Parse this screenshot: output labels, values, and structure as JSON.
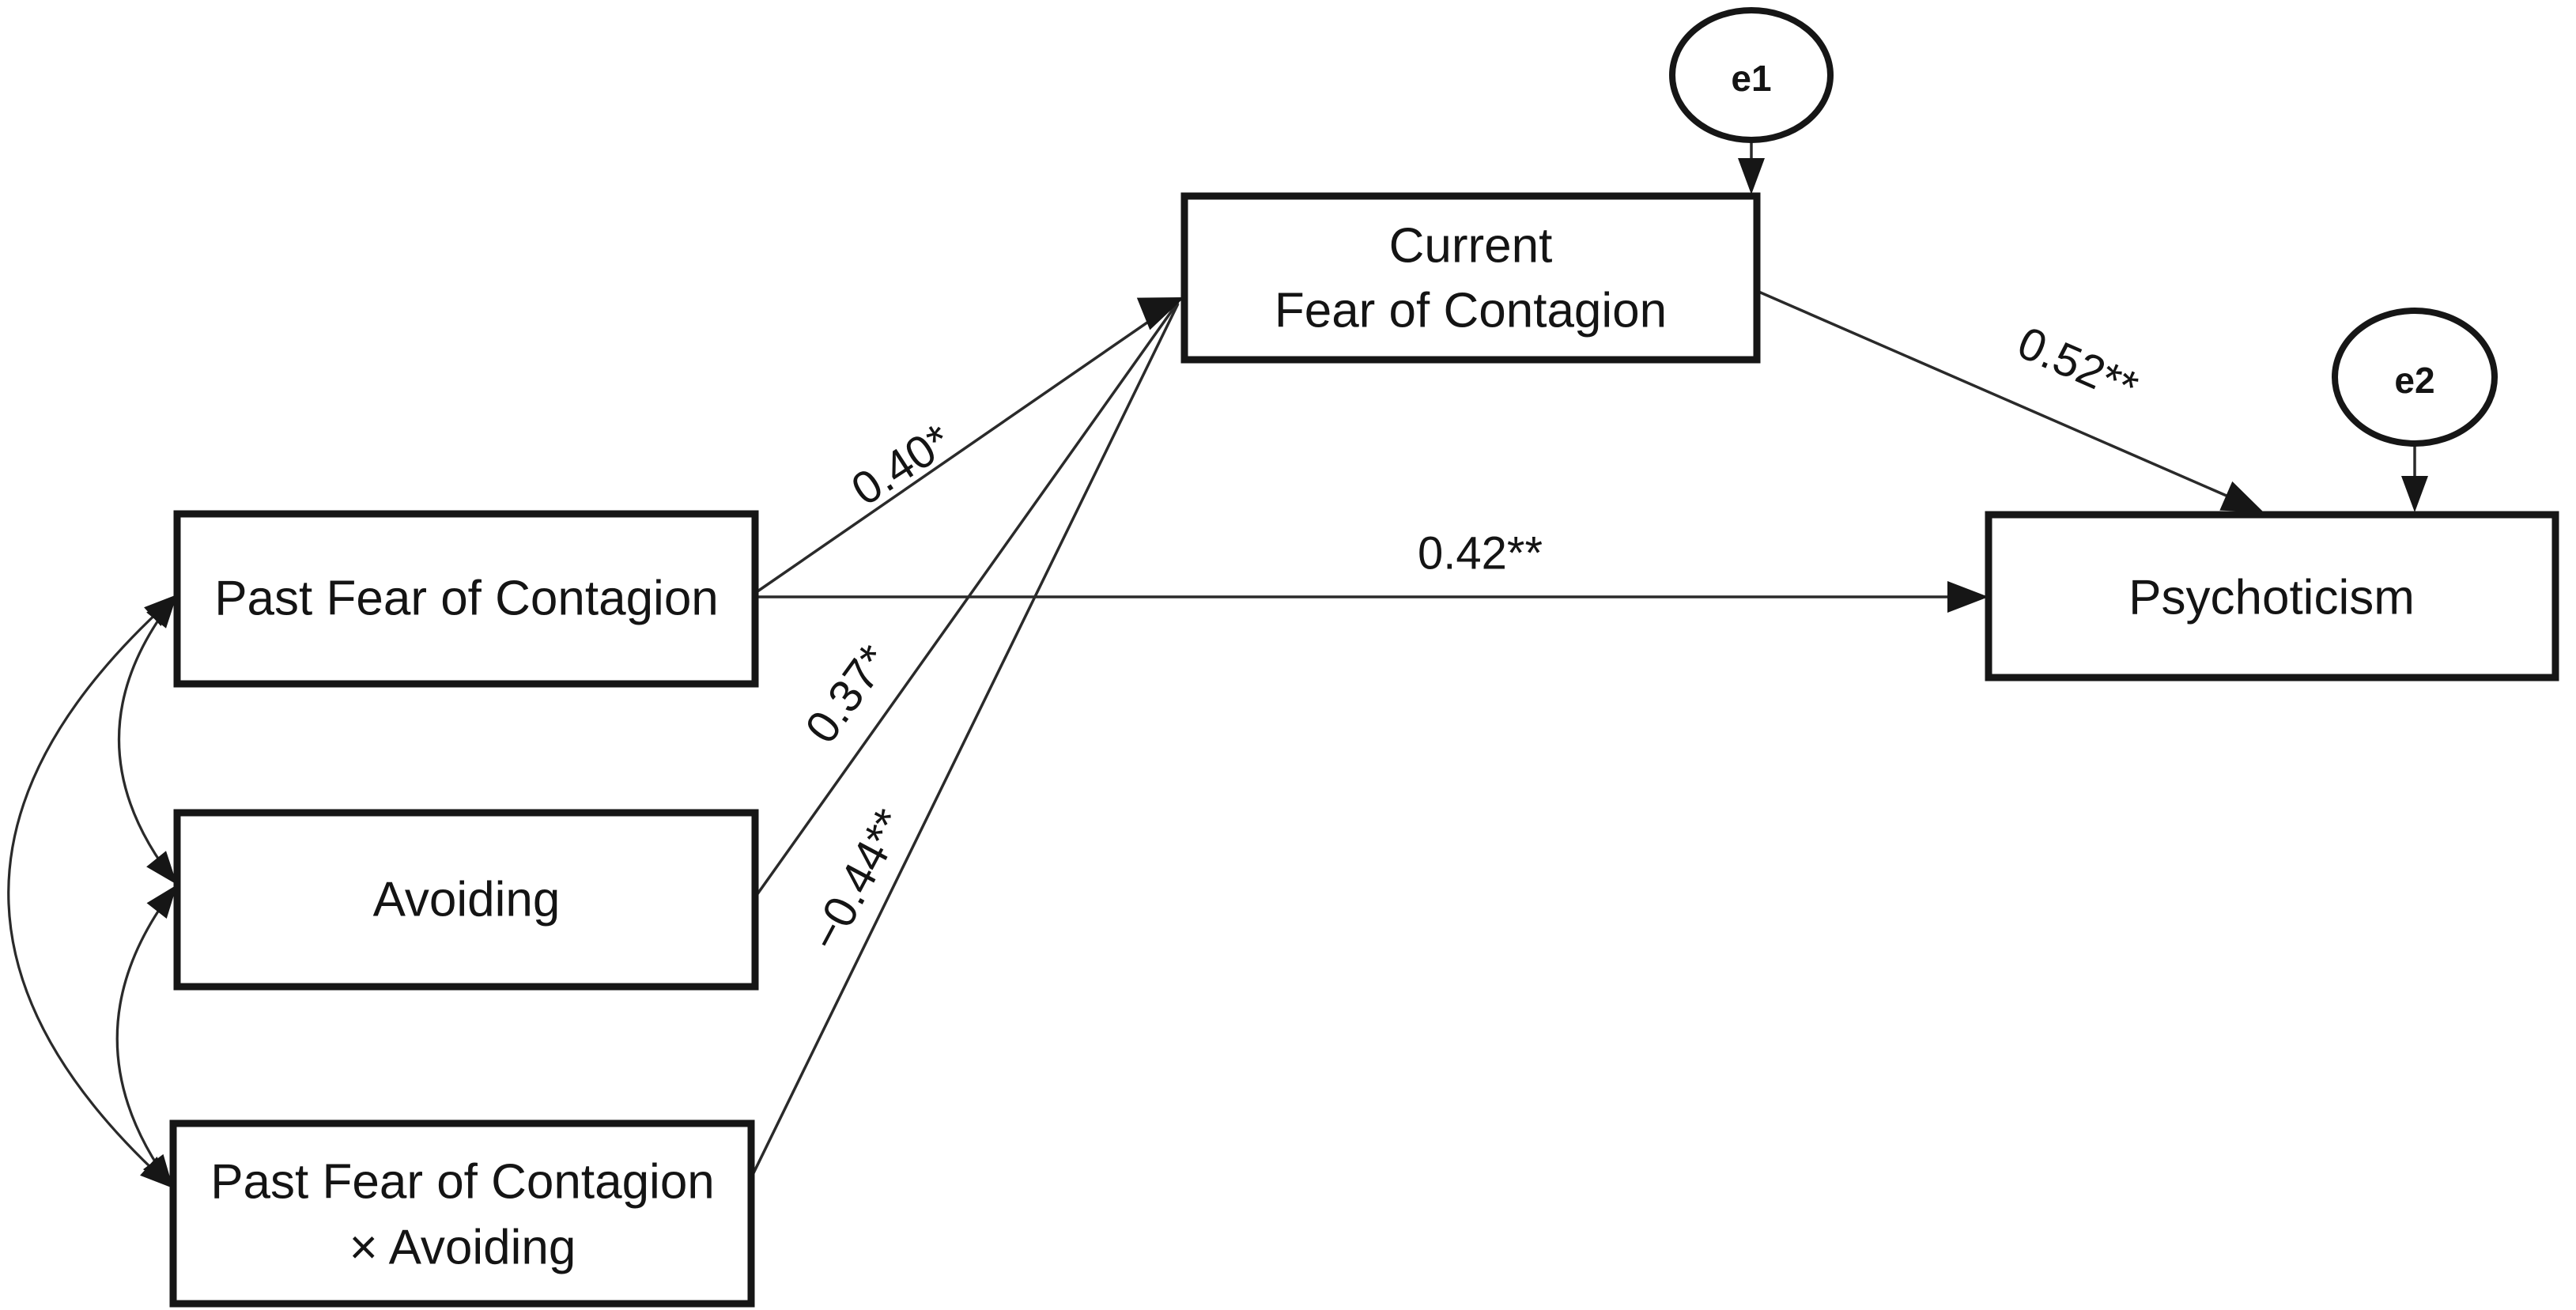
{
  "diagram": {
    "type": "structural-equation-path-model",
    "background_color": "#ffffff",
    "stroke_color": "#161616",
    "nodes": {
      "past_fear": {
        "label": "Past Fear of Contagion",
        "shape": "rectangle"
      },
      "avoiding": {
        "label": "Avoiding",
        "shape": "rectangle"
      },
      "interaction": {
        "line1": "Past Fear of Contagion",
        "line2": "× Avoiding",
        "shape": "rectangle"
      },
      "current_fear": {
        "line1": "Current",
        "line2": "Fear of Contagion",
        "shape": "rectangle"
      },
      "psychoticism": {
        "label": "Psychoticism",
        "shape": "rectangle"
      },
      "e1": {
        "label": "e1",
        "shape": "ellipse"
      },
      "e2": {
        "label": "e2",
        "shape": "ellipse"
      }
    },
    "paths": [
      {
        "from": "Past Fear of Contagion",
        "to": "Current Fear of Contagion",
        "coefficient": "0.40*"
      },
      {
        "from": "Avoiding",
        "to": "Current Fear of Contagion",
        "coefficient": "0.37*"
      },
      {
        "from": "Past Fear of Contagion × Avoiding",
        "to": "Current Fear of Contagion",
        "coefficient": "−0.44**"
      },
      {
        "from": "Past Fear of Contagion",
        "to": "Psychoticism",
        "coefficient": "0.42**"
      },
      {
        "from": "Current Fear of Contagion",
        "to": "Psychoticism",
        "coefficient": "0.52**"
      },
      {
        "from": "e1",
        "to": "Current Fear of Contagion",
        "coefficient": ""
      },
      {
        "from": "e2",
        "to": "Psychoticism",
        "coefficient": ""
      }
    ],
    "covariances": [
      {
        "between": [
          "Past Fear of Contagion",
          "Avoiding"
        ]
      },
      {
        "between": [
          "Avoiding",
          "Past Fear of Contagion × Avoiding"
        ]
      },
      {
        "between": [
          "Past Fear of Contagion",
          "Past Fear of Contagion × Avoiding"
        ]
      }
    ]
  }
}
